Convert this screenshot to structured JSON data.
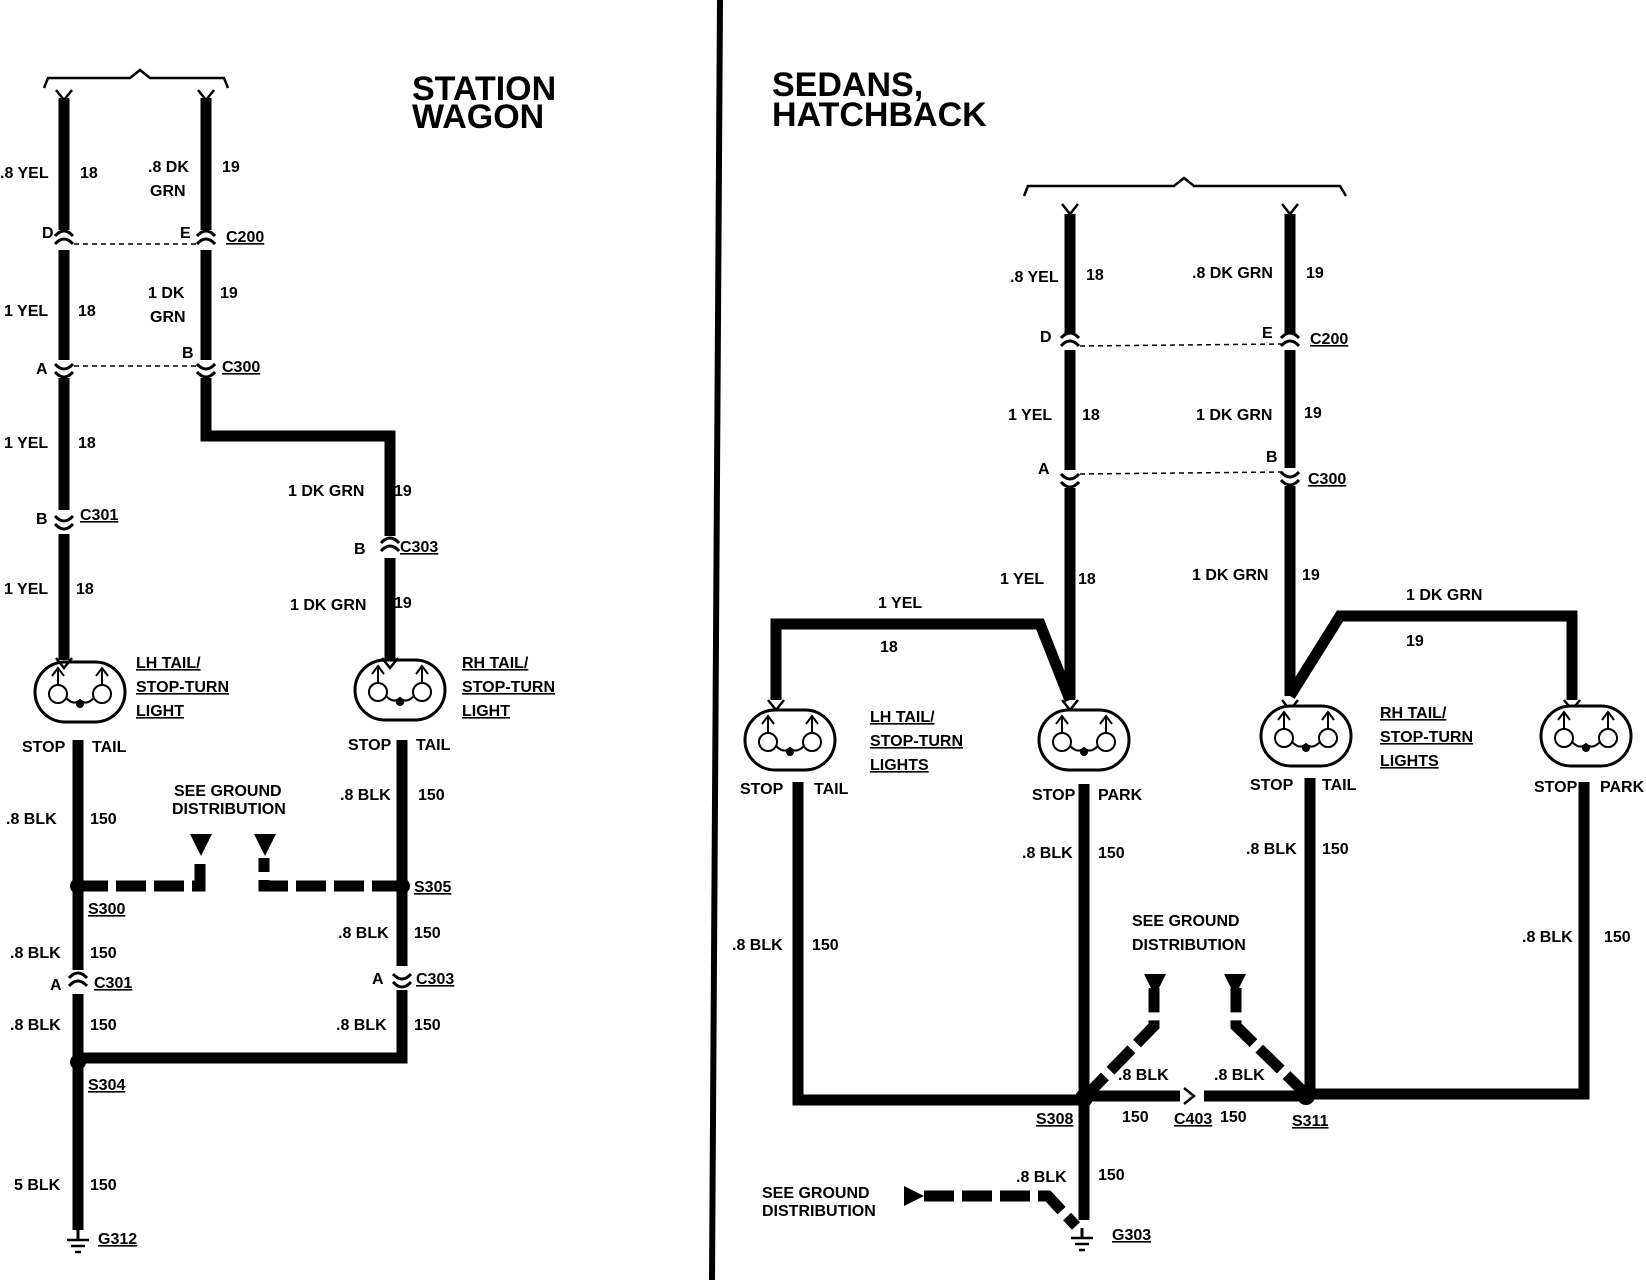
{
  "station_wagon": {
    "title_line1": "STATION",
    "title_line2": "WAGON",
    "wires": {
      "yel_top": ".8 YEL",
      "yel_top_num": "18",
      "grn_top_a": ".8 DK",
      "grn_top_b": "GRN",
      "grn_top_num": "19",
      "yel_mid": "1 YEL",
      "yel_mid_num": "18",
      "grn_mid_a": "1 DK",
      "grn_mid_b": "GRN",
      "grn_mid_num": "19",
      "yel_low": "1 YEL",
      "yel_low_num": "18",
      "grn_r1": "1 DK GRN",
      "grn_r1_num": "19",
      "yel_bot": "1 YEL",
      "yel_bot_num": "18",
      "grn_r2": "1 DK GRN",
      "grn_r2_num": "19",
      "blk_l1": ".8 BLK",
      "blk_l1_num": "150",
      "blk_r1": ".8 BLK",
      "blk_r1_num": "150",
      "blk_l2": ".8 BLK",
      "blk_l2_num": "150",
      "blk_r2": ".8 BLK",
      "blk_r2_num": "150",
      "blk_l3": ".8 BLK",
      "blk_l3_num": "150",
      "blk_r3": ".8 BLK",
      "blk_r3_num": "150",
      "blk_main": "5 BLK",
      "blk_main_num": "150"
    },
    "pins": {
      "d": "D",
      "e": "E",
      "a": "A",
      "b": "B",
      "b_c301": "B",
      "b_c303": "B",
      "a_c301": "A",
      "a_c303": "A"
    },
    "connectors": {
      "c200": "C200",
      "c300": "C300",
      "c301": "C301",
      "c303": "C303",
      "c301b": "C301",
      "c303b": "C303"
    },
    "splices": {
      "s300": "S300",
      "s305": "S305",
      "s304": "S304"
    },
    "ground": "G312",
    "lh_light": {
      "line1": "LH TAIL/",
      "line2": "STOP-TURN",
      "line3": "LIGHT",
      "stop": "STOP",
      "tail": "TAIL"
    },
    "rh_light": {
      "line1": "RH TAIL/",
      "line2": "STOP-TURN",
      "line3": "LIGHT",
      "stop": "STOP",
      "tail": "TAIL"
    },
    "see_ground_1": "SEE GROUND",
    "see_ground_2": "DISTRIBUTION"
  },
  "sedans": {
    "title_line1": "SEDANS,",
    "title_line2": "HATCHBACK",
    "wires": {
      "yel_top": ".8 YEL",
      "yel_top_num": "18",
      "grn_top": ".8 DK GRN",
      "grn_top_num": "19",
      "yel_mid": "1 YEL",
      "yel_mid_num": "18",
      "grn_mid": "1 DK GRN",
      "grn_mid_num": "19",
      "yel_low": "1 YEL",
      "yel_low_num": "18",
      "grn_low": "1 DK GRN",
      "grn_low_num": "19",
      "yel_branch": "1 YEL",
      "yel_branch_num": "18",
      "grn_branch": "1 DK GRN",
      "grn_branch_num": "19",
      "blk_lh_outer": ".8 BLK",
      "blk_lh_outer_num": "150",
      "blk_lh_inner": ".8 BLK",
      "blk_lh_inner_num": "150",
      "blk_rh_inner": ".8 BLK",
      "blk_rh_inner_num": "150",
      "blk_rh_outer": ".8 BLK",
      "blk_rh_outer_num": "150",
      "blk_gl": ".8 BLK",
      "blk_gr": ".8 BLK",
      "n150_a": "150",
      "n150_b": "150",
      "blk_ground": ".8 BLK",
      "blk_ground_num": "150"
    },
    "pins": {
      "d": "D",
      "e": "E",
      "a": "A",
      "b": "B"
    },
    "connectors": {
      "c200": "C200",
      "c300": "C300",
      "c403": "C403"
    },
    "splices": {
      "s308": "S308",
      "s311": "S311"
    },
    "ground": "G303",
    "lh_lights": {
      "line1": "LH TAIL/",
      "line2": "STOP-TURN",
      "line3": "LIGHTS",
      "stop1": "STOP",
      "tail": "TAIL",
      "stop2": "STOP",
      "park": "PARK"
    },
    "rh_lights": {
      "line1": "RH TAIL/",
      "line2": "STOP-TURN",
      "line3": "LIGHTS",
      "stop1": "STOP",
      "tail": "TAIL",
      "stop2": "STOP",
      "park": "PARK"
    },
    "see_ground_1": "SEE GROUND",
    "see_ground_2": "DISTRIBUTION",
    "see_ground_b1": "SEE GROUND",
    "see_ground_b2": "DISTRIBUTION"
  }
}
